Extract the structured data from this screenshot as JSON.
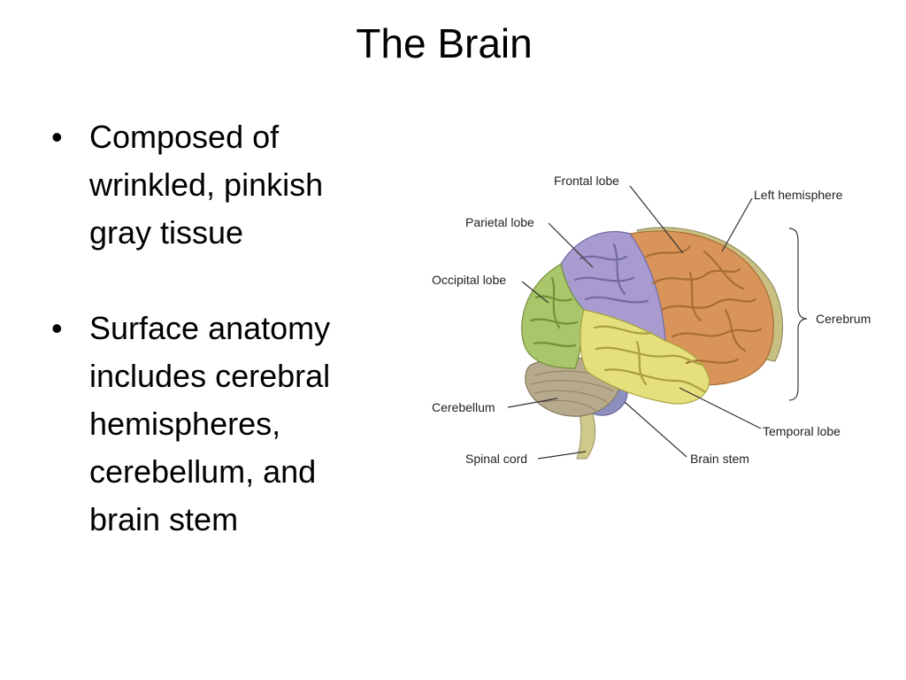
{
  "slide": {
    "title": "The Brain",
    "bullets": [
      "Composed of wrinkled, pinkish gray tissue",
      "Surface anatomy includes cerebral hemispheres, cerebellum, and brain stem"
    ]
  },
  "figure": {
    "labels": {
      "frontal": "Frontal lobe",
      "left_hemisphere": "Left hemisphere",
      "parietal": "Parietal lobe",
      "occipital": "Occipital lobe",
      "cerebrum": "Cerebrum",
      "cerebellum": "Cerebellum",
      "temporal": "Temporal lobe",
      "spinal_cord": "Spinal cord",
      "brain_stem": "Brain stem"
    },
    "colors": {
      "frontal": "#d99559",
      "parietal": "#a79bd0",
      "occipital": "#a9c66a",
      "temporal": "#e5df7d",
      "cerebellum": "#b7a98b",
      "brain_stem": "#8d8fbf",
      "spinal_cord": "#cfc98a"
    }
  }
}
